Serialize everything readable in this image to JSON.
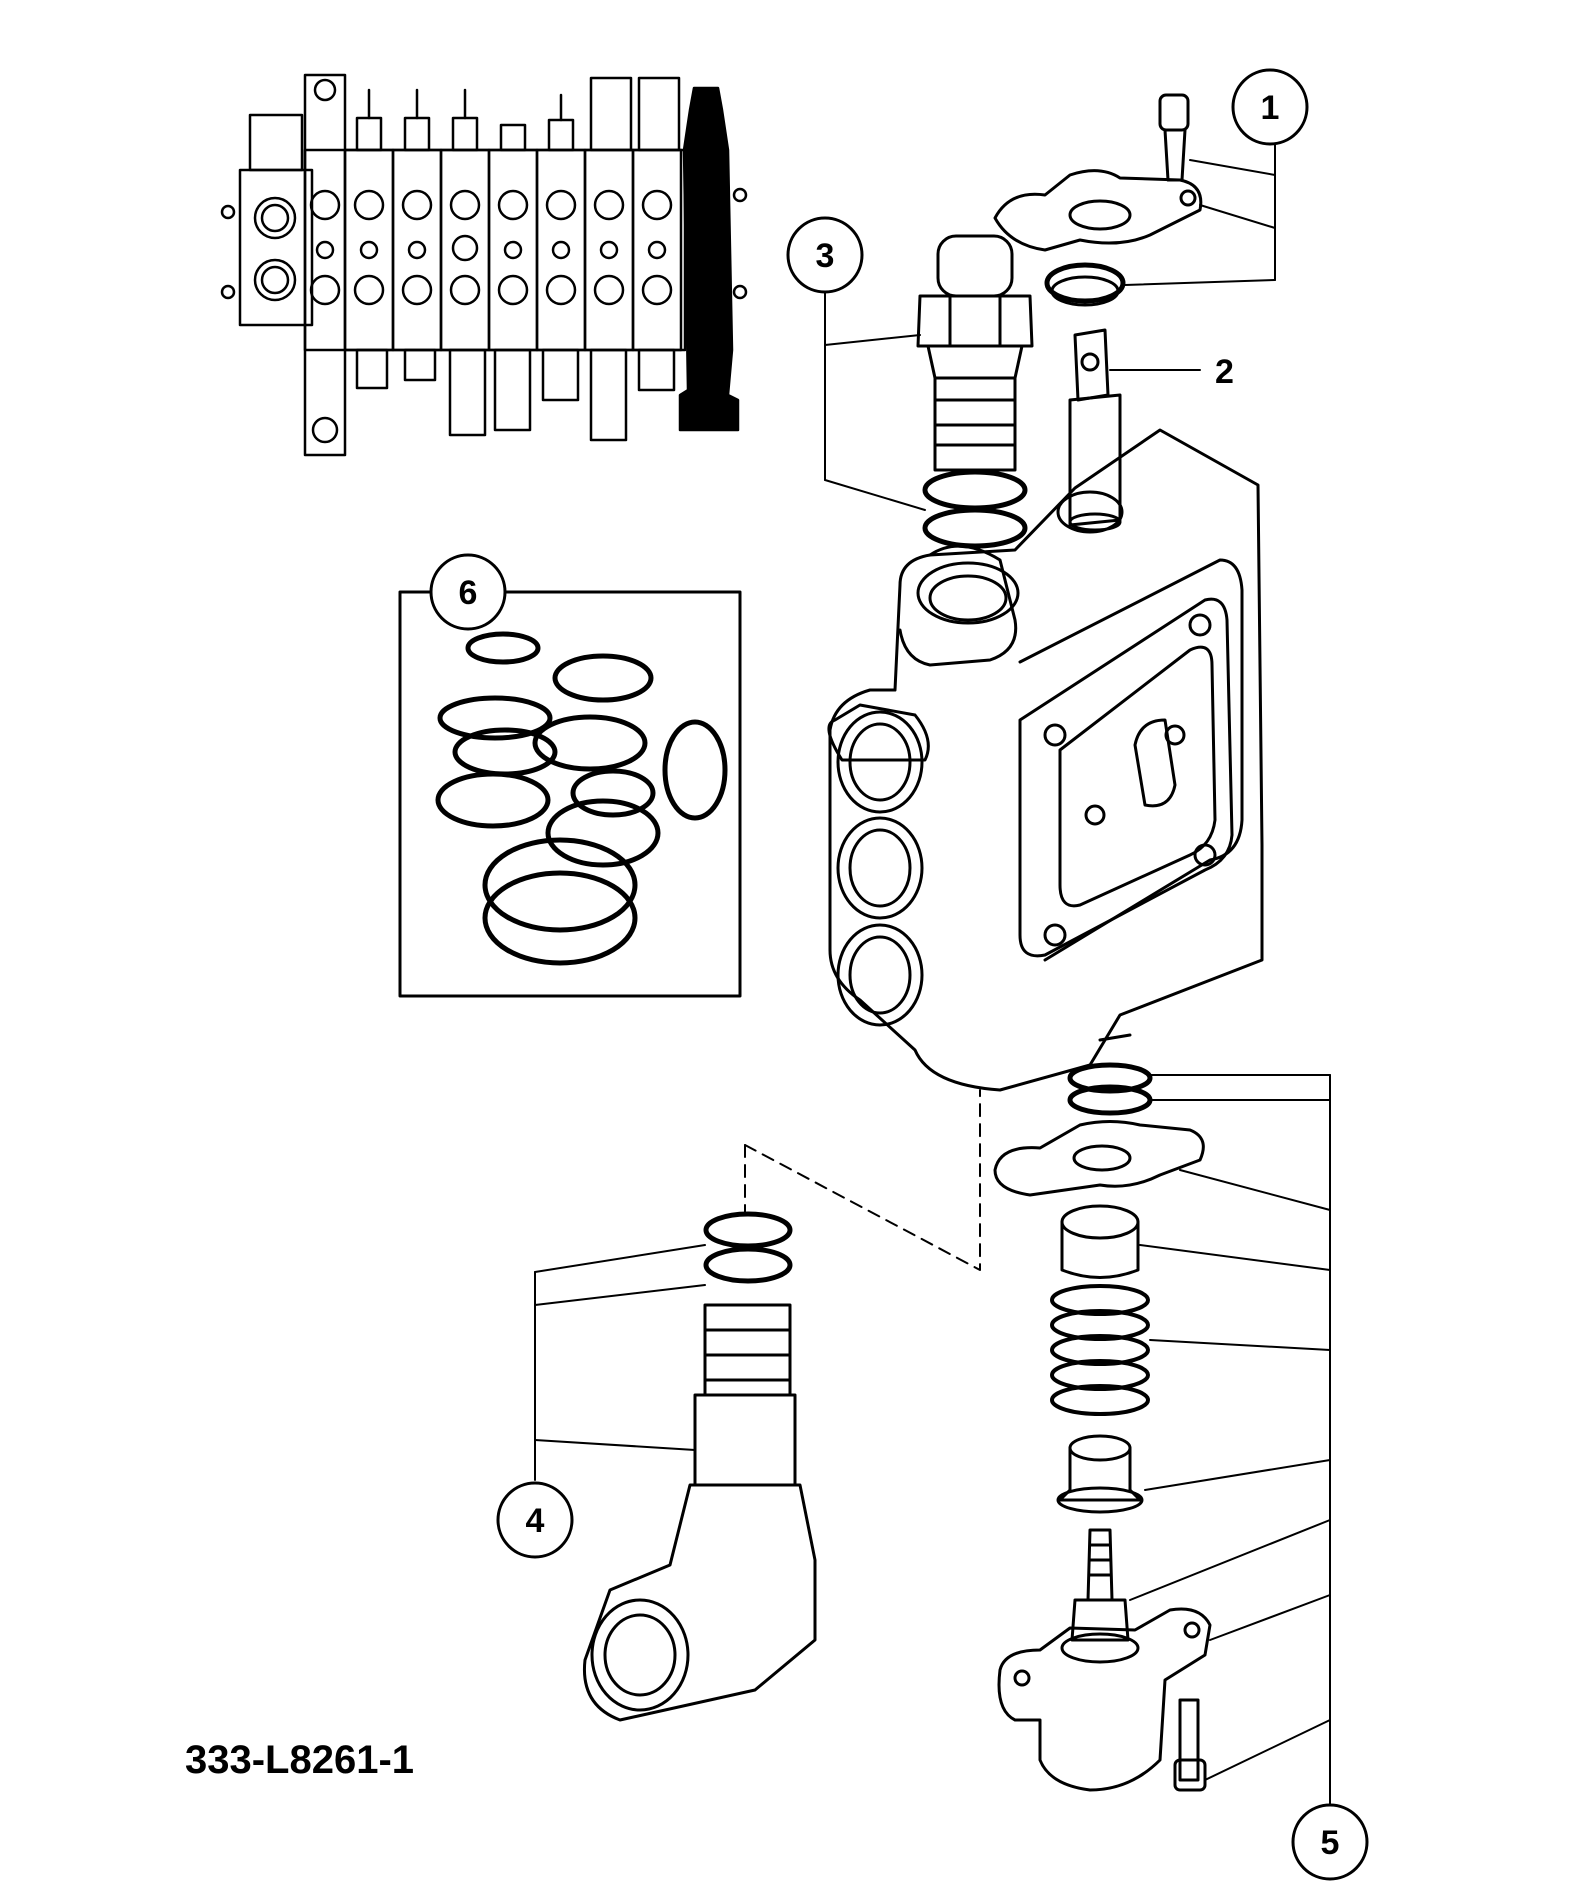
{
  "drawing_number": "333-L8261-1",
  "callouts": [
    {
      "id": "1",
      "label": "1"
    },
    {
      "id": "2",
      "label": "2"
    },
    {
      "id": "3",
      "label": "3"
    },
    {
      "id": "4",
      "label": "4"
    },
    {
      "id": "5",
      "label": "5"
    },
    {
      "id": "6",
      "label": "6"
    }
  ],
  "colors": {
    "line": "#000000",
    "background": "#ffffff",
    "highlight": "#000000"
  }
}
